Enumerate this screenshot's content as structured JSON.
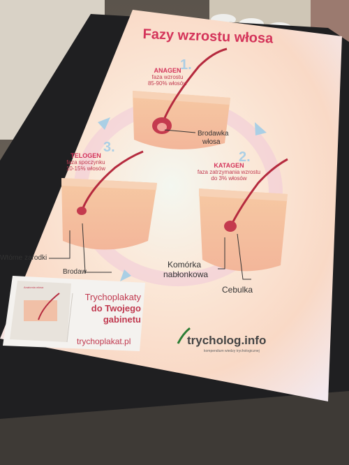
{
  "poster": {
    "title": "Fazy wzrostu włosa",
    "anagen": {
      "number": "1.",
      "name": "ANAGEN",
      "line1": "faza wzrostu",
      "line2": "85-90% włosów"
    },
    "telogen": {
      "number": "3.",
      "name": "TELOGEN",
      "line1": "faza spoczynku",
      "line2": "10-15% włosów"
    },
    "katagen": {
      "number": "2.",
      "name": "KATAGEN",
      "line1": "faza zatrzymania wzrostu",
      "line2": "do 3% włosów"
    },
    "labels": {
      "brodawka_1": "Brodawka",
      "brodawka_1b": "włosa",
      "wtorne": "Wtórne zarodki",
      "brodawka_2": "Brodaw",
      "komorka_1": "Komórka",
      "komorka_2": "nabłonkowa",
      "cebulka": "Cebulka"
    },
    "brand": {
      "name": "trycholog.info",
      "tagline": "kompendium wiedzy trychologicznej"
    }
  },
  "card": {
    "line1": "Trychoplakaty",
    "line2": "do Twojego",
    "line3": "gabinetu",
    "url": "trychoplakat.pl",
    "mini_title": "Anatomia włosa"
  },
  "colors": {
    "accent": "#d4345a",
    "table": "#222",
    "floor": "#5a5148",
    "wall": "#e8e4dc"
  }
}
